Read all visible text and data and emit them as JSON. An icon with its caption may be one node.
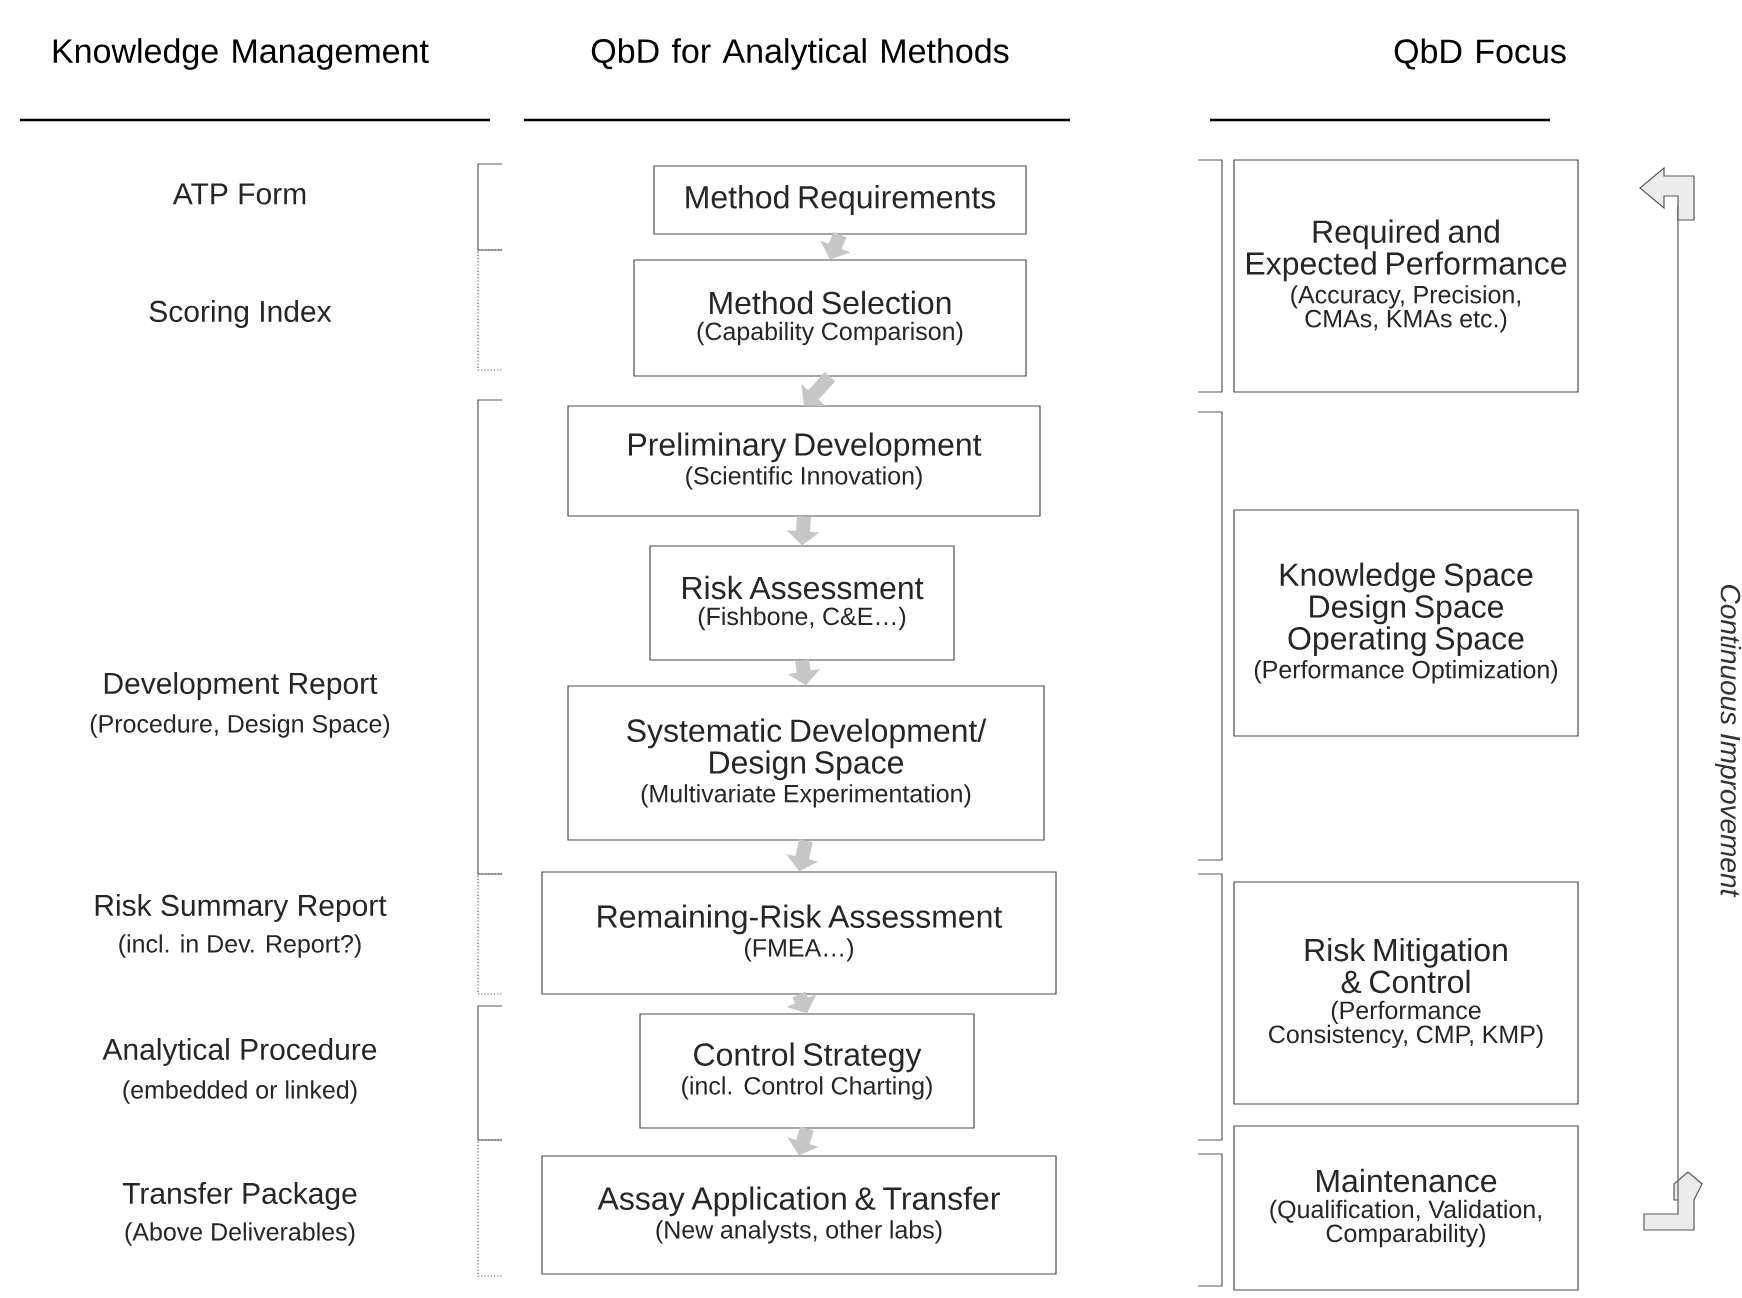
{
  "diagram": {
    "nodes": [
      {
        "text": [
          "Method Requirements"
        ]
      },
      {
        "text": [
          "Method Selection",
          "(Capability Comparison)"
        ]
      },
      {
        "text": [
          "Preliminary Development",
          "(Scientific Innovation)"
        ]
      },
      {
        "text": [
          "Risk Assessment",
          "(Fishbone, C&E…)"
        ]
      },
      {
        "text": [
          "Systematic Development/ Design Space",
          "(Multivariate Experimentation)"
        ]
      },
      {
        "text": [
          "Remaining-Risk Assessment",
          "(FMEA…)"
        ]
      },
      {
        "text": [
          "Control Strategy",
          "(incl. Control Charting)"
        ]
      },
      {
        "text": [
          "Assay Application & Transfer",
          "(New analysts, other labs)"
        ]
      },
      {
        "text": [
          "Required and Expected Performance",
          "(Accuracy, Precision, CMAs, KMAs etc.)"
        ]
      },
      {
        "text": [
          "Knowledge Space Design Space Operating Space",
          "(Performance Optimization)"
        ]
      },
      {
        "text": [
          "Risk Mitigation & Control",
          "(Performance Consistency, CMP, KMP)"
        ]
      },
      {
        "text": [
          "Maintenance",
          "(Qualification, Validation, Comparability)"
        ]
      }
    ],
    "edges": [
      {
        "from": 0,
        "to": 1,
        "arrow": "to"
      },
      {
        "from": 1,
        "to": 2,
        "arrow": "to"
      },
      {
        "from": 2,
        "to": 3,
        "arrow": "to"
      },
      {
        "from": 3,
        "to": 4,
        "arrow": "to"
      },
      {
        "from": 4,
        "to": 5,
        "arrow": "to"
      },
      {
        "from": 5,
        "to": 6,
        "arrow": "to"
      },
      {
        "from": 6,
        "to": 7,
        "arrow": "to"
      }
    ],
    "labels": [
      "Knowledge Management",
      "QbD for Analytical Methods",
      "QbD Focus",
      "ATP Form",
      "Scoring Index",
      "Development Report",
      "(Procedure, Design Space)",
      "Risk Summary Report",
      "(incl. in Dev. Report?)",
      "Analytical Procedure",
      "(embedded or linked)",
      "Transfer Package",
      "(Above Deliverables)",
      "Continuous Improvement"
    ]
  }
}
